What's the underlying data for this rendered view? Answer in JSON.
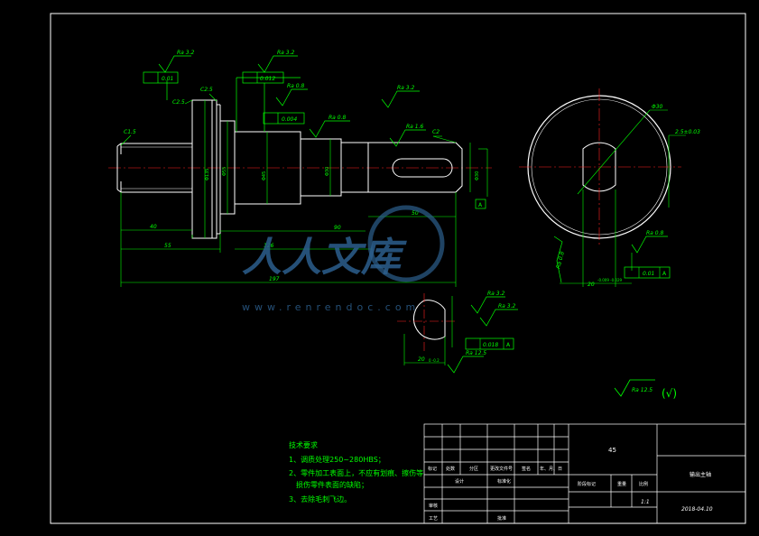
{
  "colors": {
    "background": "#000000",
    "outline": "#ffffff",
    "dimension": "#00ff00",
    "centerline": "#ff2020",
    "watermark": "#2c5f8d"
  },
  "watermark": {
    "main": "人人文库",
    "url": "www.renrendoc.com"
  },
  "roughness": {
    "r1": "Ra 3.2",
    "r2": "Ra 3.2",
    "r3": "Ra 0.8",
    "r4": "Ra 3.2",
    "r5": "Ra 0.8",
    "r6": "Ra 1.6",
    "r7": "Ra 0.8",
    "r8": "Ra 0.8",
    "r9": "Ra 3.2",
    "r10": "Ra 3.2",
    "r11": "Ra 12.5",
    "general": "Ra 12.5",
    "general_mark": "(√)"
  },
  "tolerance": {
    "t1": "0.01",
    "t2": "0.012",
    "t3": "0.004",
    "t4": "0.01",
    "t4_datum": "A",
    "t5": "0.018",
    "t5_datum": "A",
    "datum_box": "A"
  },
  "dims": {
    "c15": "C1.5",
    "c25a": "C2.5",
    "c25b": "C2.5",
    "c2": "C2",
    "d_flange": "Φ135",
    "d_shoulder": "Φ55",
    "d_bearing": "Φ45",
    "d_30": "Φ30",
    "d_end": "Φ30",
    "len_40": "40",
    "len_55": "55",
    "len_126": "126",
    "len_197": "197",
    "len_90": "90",
    "len_50": "50",
    "circle_d": "Φ30",
    "key_depth": "2.5±0.03",
    "key_width": "20",
    "key_tol": "-0.009 -0.029",
    "section_width": "20",
    "section_tol": "0 -0.2"
  },
  "notes": {
    "title": "技术要求",
    "n1": "1、调质处理250~280HBS；",
    "n2": "2、零件加工表面上，不应有划痕、擦伤等",
    "n2b": "损伤零件表面的缺陷；",
    "n3": "3、去除毛刺飞边。"
  },
  "title_block": {
    "material": "45",
    "name": "输出主轴",
    "date": "2018-04.10",
    "scale": "1:1",
    "h_biaoji": "标记",
    "h_chushu": "处数",
    "h_fenqu": "分区",
    "h_gengai": "更改文件号",
    "h_qianming": "签名",
    "h_ymd": "年、月、日",
    "h_sheji": "设计",
    "h_biaozhunhua": "标准化",
    "h_jieduan": "阶段标记",
    "h_zhongliang": "重量",
    "h_bili": "比例",
    "h_shenhe": "审核",
    "h_gongyi": "工艺",
    "h_pizhun": "批准"
  }
}
